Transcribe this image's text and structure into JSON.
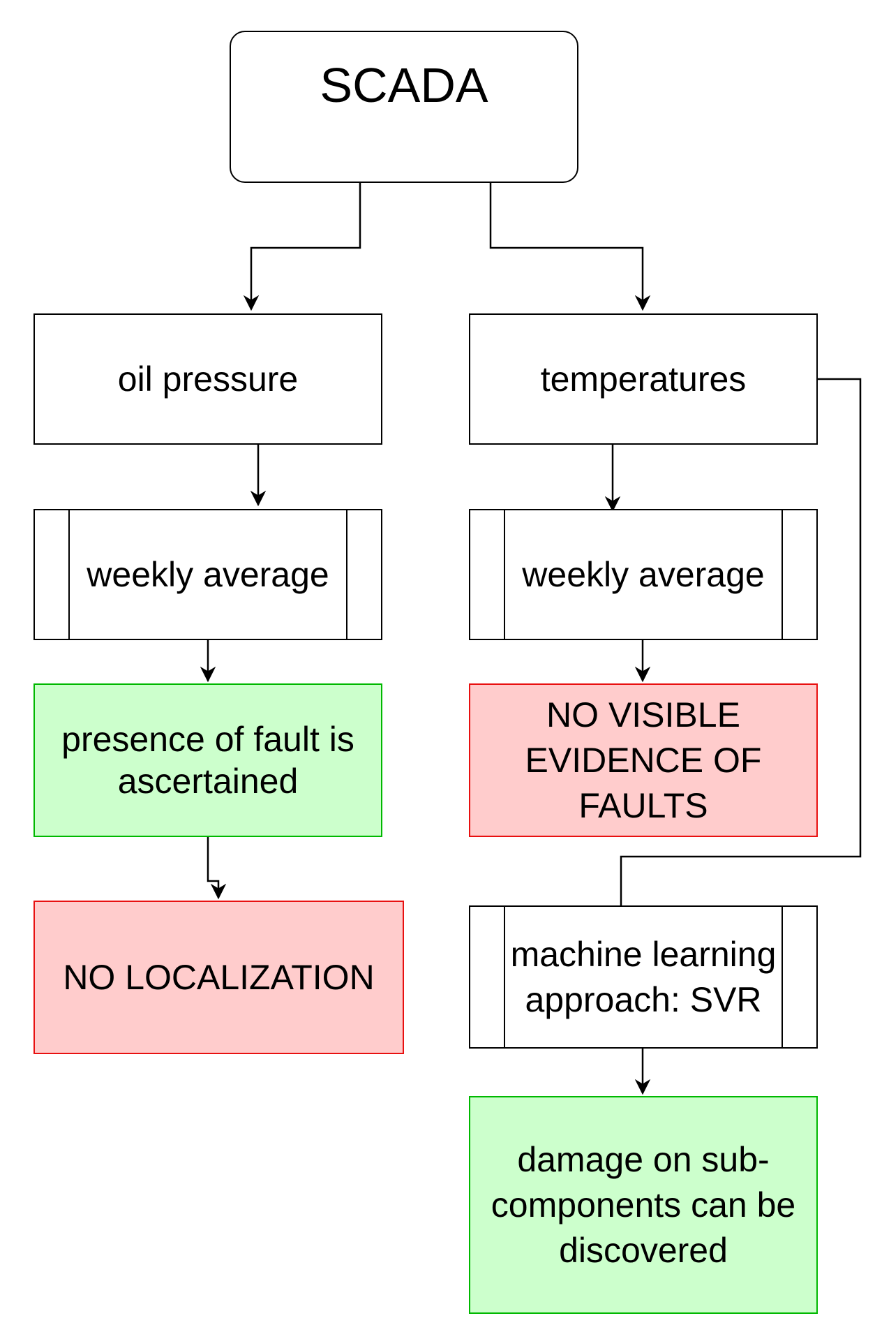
{
  "nodes": {
    "scada": "SCADA",
    "oil_pressure": "oil pressure",
    "temperatures": "temperatures",
    "weekly_avg_left": "weekly average",
    "weekly_avg_right": "weekly average",
    "fault_ascertained": "presence of fault is ascertained",
    "no_visible_evidence": "NO VISIBLE EVIDENCE OF FAULTS",
    "no_localization": "NO LOCALIZATION",
    "machine_learning": "machine learning approach: SVR",
    "damage_discovered": "damage on sub-components can be discovered"
  },
  "colors": {
    "success_fill": "#ccffcc",
    "success_stroke": "#00b800",
    "failure_fill": "#ffcccc",
    "failure_stroke": "#e81010"
  }
}
